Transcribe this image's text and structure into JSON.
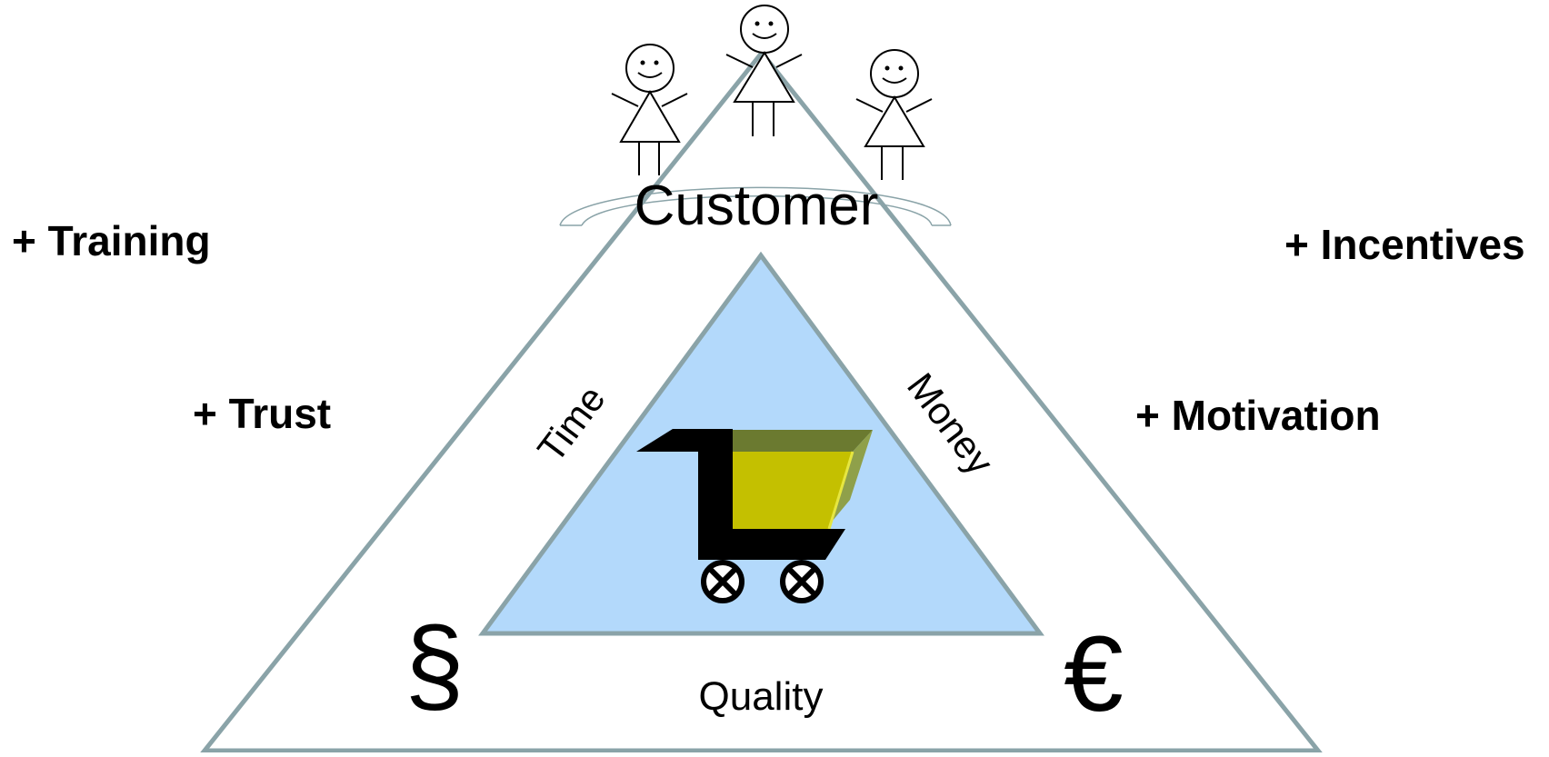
{
  "diagram": {
    "center_title": "Customer",
    "inner_edges": {
      "left": "Time",
      "right": "Money",
      "bottom": "Quality"
    },
    "corner_symbols": {
      "left": "§",
      "right": "€"
    },
    "side_labels": {
      "top_left": "+ Training",
      "mid_left": "+ Trust",
      "top_right": "+ Incentives",
      "mid_right": "+ Motivation"
    },
    "center_icon": "shopping-cart-icon",
    "figures": [
      "person-icon",
      "person-icon",
      "person-icon"
    ],
    "colors": {
      "outer_stroke": "#8aa3a8",
      "inner_fill": "#b3d9fb",
      "cart_body": "#000000",
      "cart_basket": "#c4c000",
      "cart_basket_top": "#6b7a30",
      "cart_basket_side": "#8fa04a"
    }
  }
}
